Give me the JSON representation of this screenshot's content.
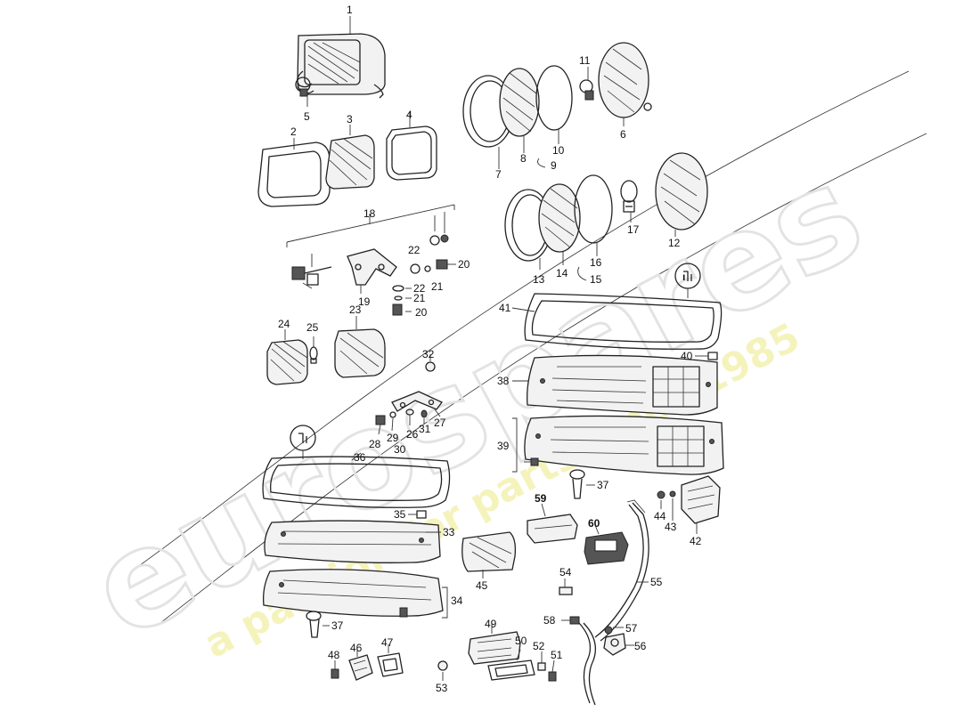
{
  "watermark": {
    "brand": "eurospares",
    "tagline": "a passion for parts since 1985"
  },
  "callouts": {
    "c1": "1",
    "c2": "2",
    "c3": "3",
    "c4": "4",
    "c5": "5",
    "c6": "6",
    "c7": "7",
    "c8": "8",
    "c9": "9",
    "c10": "10",
    "c11": "11",
    "c12": "12",
    "c13": "13",
    "c14": "14",
    "c15": "15",
    "c16": "16",
    "c17": "17",
    "c18": "18",
    "c19": "19",
    "c20a": "20",
    "c20b": "20",
    "c21a": "21",
    "c21b": "21",
    "c22a": "22",
    "c22b": "22",
    "c23": "23",
    "c24": "24",
    "c25": "25",
    "c26": "26",
    "c27": "27",
    "c28": "28",
    "c29": "29",
    "c30": "30",
    "c31": "31",
    "c32": "32",
    "c33": "33",
    "c34": "34",
    "c35": "35",
    "c36": "36",
    "c37a": "37",
    "c37b": "37",
    "c38": "38",
    "c39": "39",
    "c40": "40",
    "c41": "41",
    "c42": "42",
    "c43": "43",
    "c44": "44",
    "c45": "45",
    "c46": "46",
    "c47": "47",
    "c48": "48",
    "c49": "49",
    "c50": "50",
    "c51": "51",
    "c52": "52",
    "c53": "53",
    "c54": "54",
    "c55": "55",
    "c56": "56",
    "c57": "57",
    "c58": "58",
    "c59": "59",
    "c60": "60"
  }
}
